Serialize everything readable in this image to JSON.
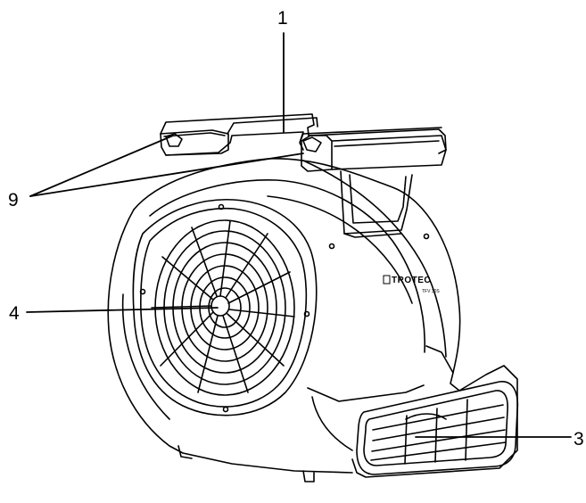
{
  "callouts": [
    {
      "id": "c1",
      "label": "1"
    },
    {
      "id": "c9",
      "label": "9"
    },
    {
      "id": "c4",
      "label": "4"
    },
    {
      "id": "c3",
      "label": "3"
    }
  ],
  "device": {
    "brand": "TROTEC",
    "model": "TFV 30S"
  },
  "colors": {
    "line": "#000000",
    "background": "#ffffff"
  }
}
